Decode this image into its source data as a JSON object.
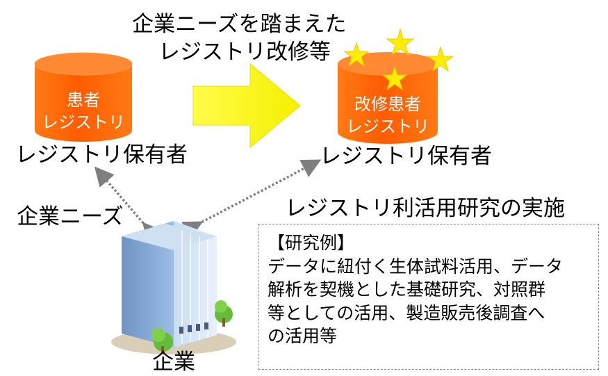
{
  "title_line1": "企業ニーズを踏まえた",
  "title_line2": "レジストリ改修等",
  "registry_left_label": [
    "患者",
    "レジストリ"
  ],
  "registry_right_label": [
    "改修患者",
    "レジストリ"
  ],
  "holder_left": "レジストリ保有者",
  "holder_right": "レジストリ保有者",
  "company_needs": "企業ニーズ",
  "research_title": "レジストリ利活用研究の実施",
  "example_box": {
    "heading": "【研究例】",
    "lines": [
      "データに紐付く生体試料活用、データ",
      "解析を契機とした基礎研究、対照群",
      "等としての活用、製造販売後調査へ",
      "の活用等"
    ]
  },
  "company_label": "企業",
  "colors": {
    "cylinder": "#ff6a10",
    "cylinder_top": "#ff8c3a",
    "arrow": "#ffff33",
    "star": "#ffee00",
    "building": "#a9c6e6",
    "dotted_line": "#7f7f7f"
  }
}
